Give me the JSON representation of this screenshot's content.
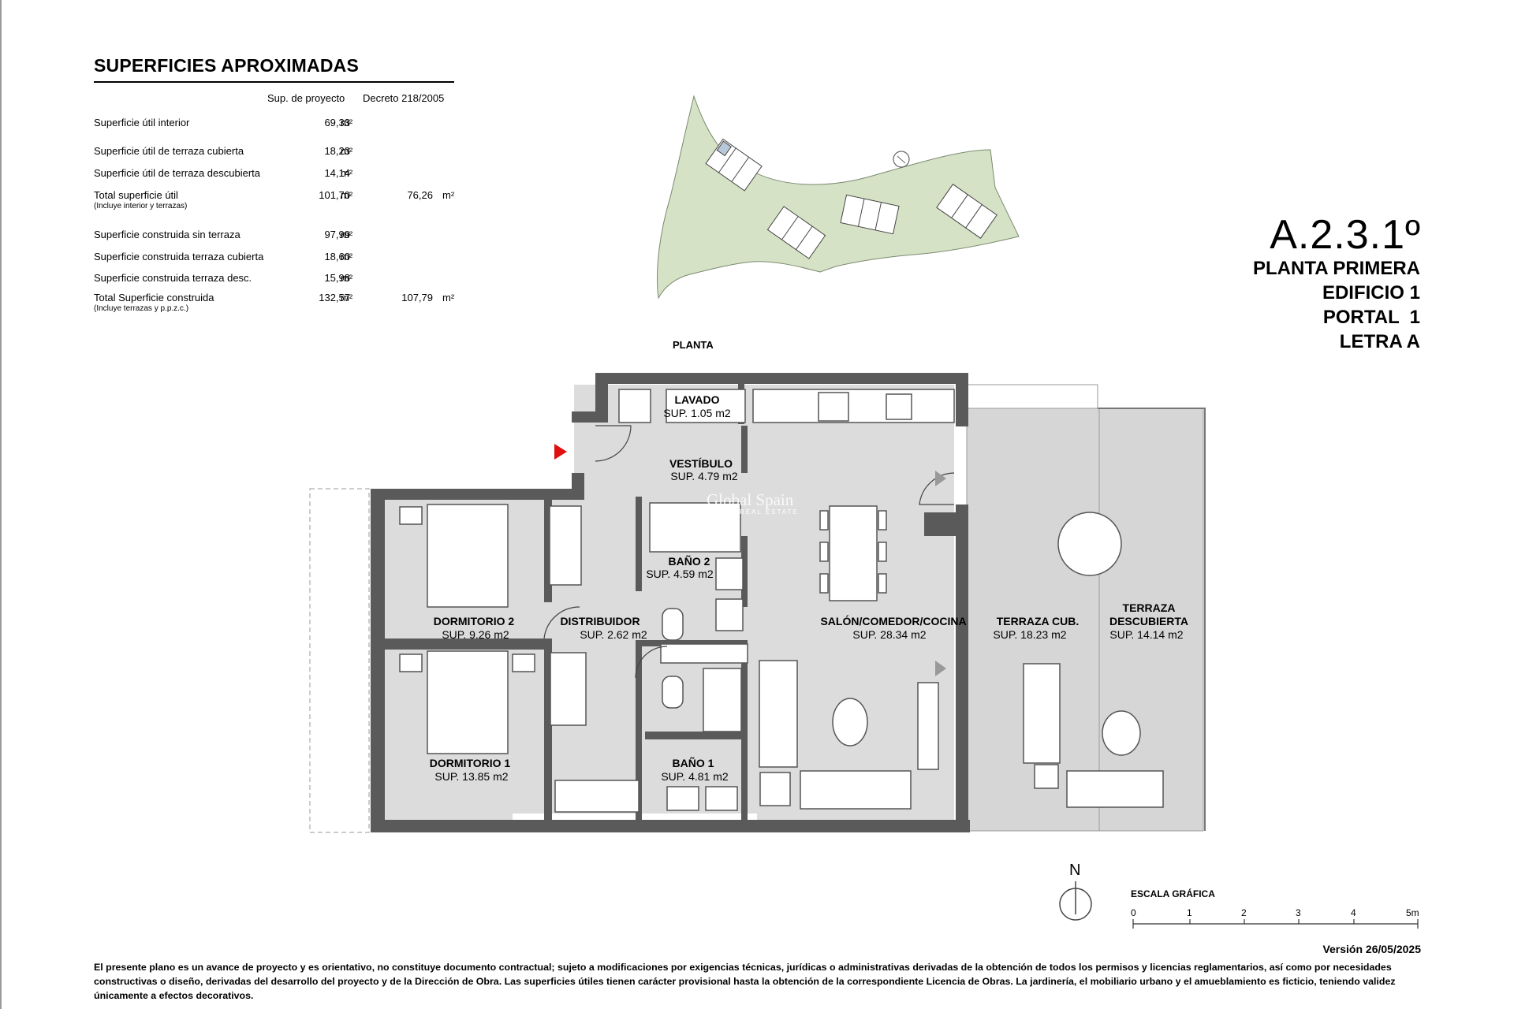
{
  "surfaces": {
    "title": "SUPERFICIES APROXIMADAS",
    "col_project": "Sup. de proyecto",
    "col_decree": "Decreto 218/2005",
    "unit": "m²",
    "rows": [
      {
        "label": "Superficie útil interior",
        "sub": "",
        "project": "69,33",
        "decree": ""
      },
      {
        "label": "Superficie útil de terraza cubierta",
        "sub": "",
        "project": "18,23",
        "decree": ""
      },
      {
        "label": "Superficie útil de terraza descubierta",
        "sub": "",
        "project": "14,14",
        "decree": ""
      },
      {
        "label": "Total superficie útil",
        "sub": "(Incluye interior y terrazas)",
        "project": "101,70",
        "decree": "76,26"
      },
      {
        "label": "Superficie construida sin terraza",
        "sub": "",
        "project": "97,99",
        "decree": ""
      },
      {
        "label": "Superficie construida terraza cubierta",
        "sub": "",
        "project": "18,60",
        "decree": ""
      },
      {
        "label": "Superficie construida terraza desc.",
        "sub": "",
        "project": "15,98",
        "decree": ""
      },
      {
        "label": "Total Superficie construida",
        "sub": "(Incluye terrazas y p.p.z.c.)",
        "project": "132,57",
        "decree": "107,79"
      }
    ]
  },
  "unit": {
    "code": "A.2.3.1º",
    "floor": "PLANTA PRIMERA",
    "building": "EDIFICIO 1",
    "portal": "PORTAL  1",
    "letter": "LETRA A"
  },
  "plan_label": "PLANTA",
  "rooms": [
    {
      "name": "LAVADO",
      "area": "SUP. 1.05 m2"
    },
    {
      "name": "VESTÍBULO",
      "area": "SUP. 4.79 m2"
    },
    {
      "name": "BAÑO 2",
      "area": "SUP. 4.59 m2"
    },
    {
      "name": "DORMITORIO 2",
      "area": "SUP. 9.26 m2"
    },
    {
      "name": "DISTRIBUIDOR",
      "area": "SUP. 2.62 m2"
    },
    {
      "name": "SALÓN/COMEDOR/COCINA",
      "area": "SUP. 28.34 m2"
    },
    {
      "name": "TERRAZA CUB.",
      "area": "SUP. 18.23 m2"
    },
    {
      "name": "TERRAZA",
      "name2": "DESCUBIERTA",
      "area": "SUP. 14.14 m2"
    },
    {
      "name": "DORMITORIO 1",
      "area": "SUP. 13.85 m2"
    },
    {
      "name": "BAÑO 1",
      "area": "SUP. 4.81 m2"
    }
  ],
  "scale": {
    "title": "ESCALA GRÁFICA",
    "ticks": [
      "0",
      "1",
      "2",
      "3",
      "4",
      "5m"
    ]
  },
  "north_label": "N",
  "watermark": "Global Spain",
  "watermark_sub": "REAL ESTATE",
  "version": "Versión 26/05/2025",
  "disclaimer": "El presente plano es un avance de proyecto y es orientativo, no constituye documento contractual; sujeto a modificaciones por exigencias técnicas, jurídicas o administrativas derivadas de la obtención de todos los permisos y licencias reglamentarios, así como por necesidades constructivas o diseño, derivadas del desarrollo del proyecto y de la Dirección de Obra. Las superficies útiles tienen carácter provisional hasta la obtención de la correspondiente Licencia de Obras. La jardinería, el mobiliario urbano y el amueblamiento es ficticio, teniendo validez únicamente a efectos decorativos.",
  "colors": {
    "wall": "#5a5a5a",
    "floor": "#dcdcdc",
    "site": "#d6e2c6",
    "entry_arrow": "#e01010"
  }
}
